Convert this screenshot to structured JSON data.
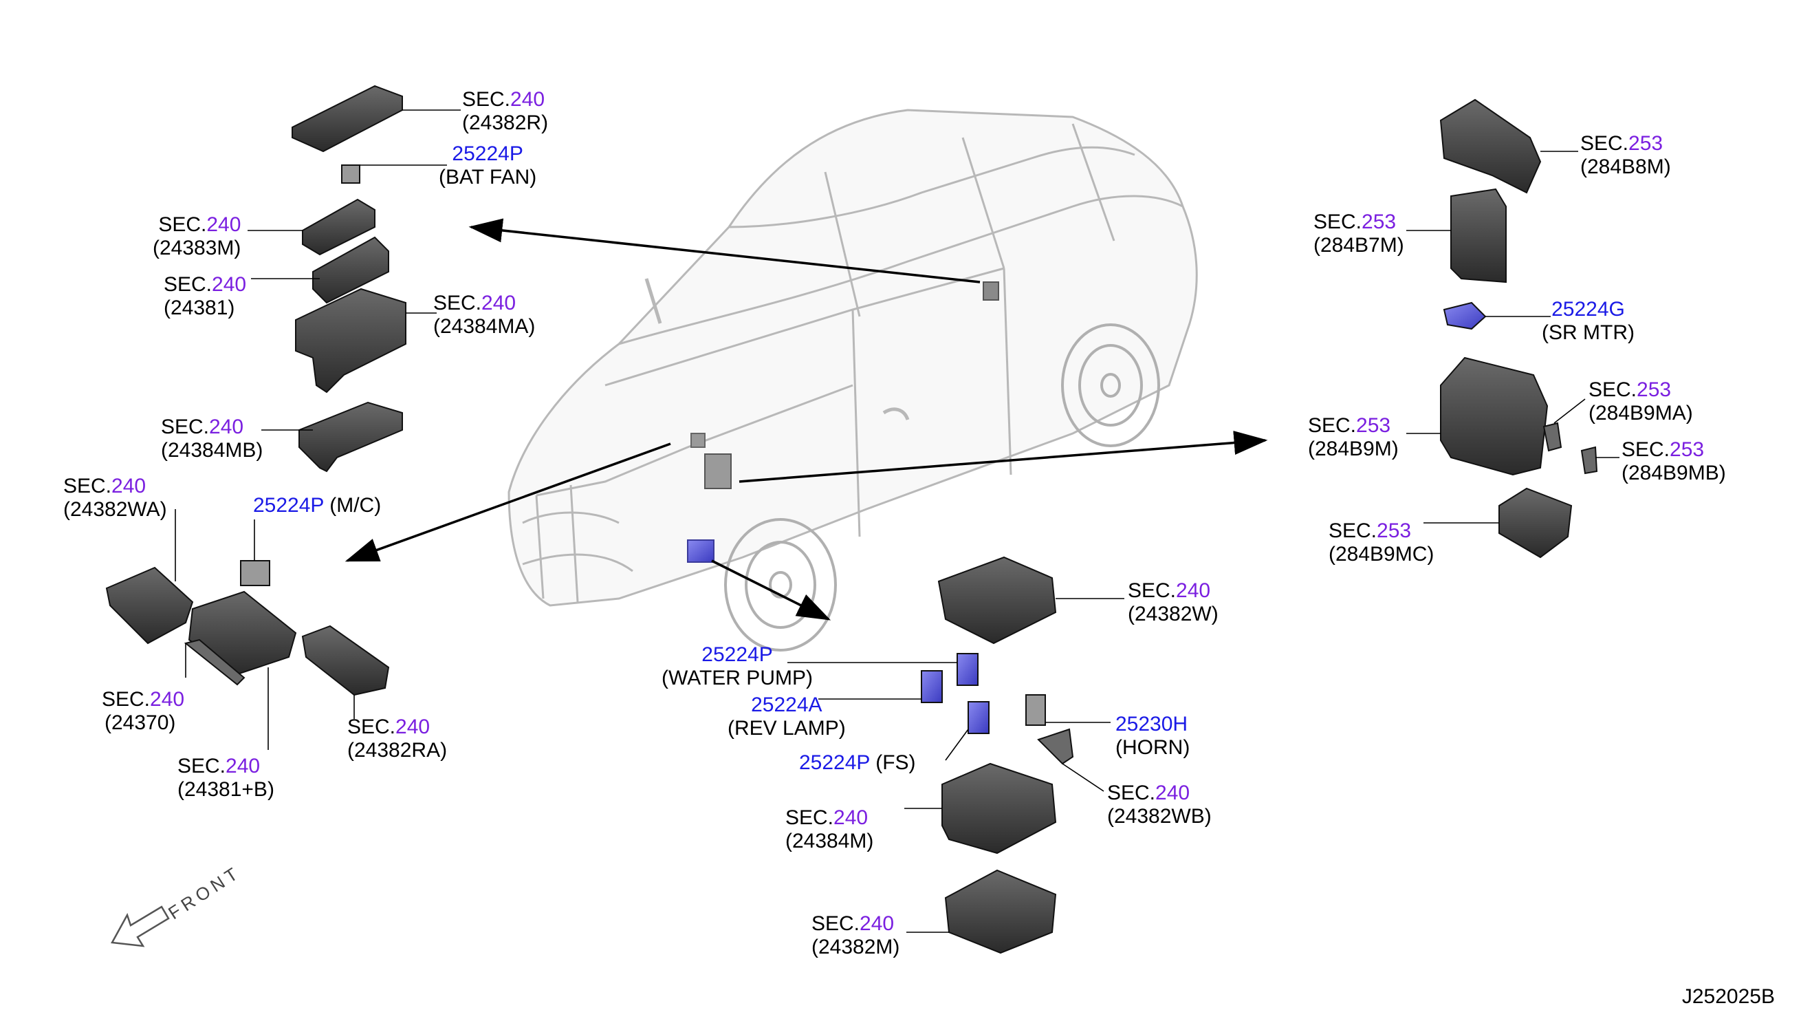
{
  "sheet_code": "J252025B",
  "front_label": "FRONT",
  "callouts": {
    "c24382R": {
      "sec": "SEC.",
      "num": "240",
      "part": "(24382R)"
    },
    "cBatFan": {
      "pn": "25224P",
      "desc": "(BAT FAN)"
    },
    "c24383M": {
      "sec": "SEC.",
      "num": "240",
      "part": "(24383M)"
    },
    "c24381": {
      "sec": "SEC.",
      "num": "240",
      "part": "(24381)"
    },
    "c24384MA": {
      "sec": "SEC.",
      "num": "240",
      "part": "(24384MA)"
    },
    "c24384MB": {
      "sec": "SEC.",
      "num": "240",
      "part": "(24384MB)"
    },
    "c24382WA": {
      "sec": "SEC.",
      "num": "240",
      "part": "(24382WA)"
    },
    "cMC": {
      "pn": "25224P",
      "desc": "(M/C)"
    },
    "c24370": {
      "sec": "SEC.",
      "num": "240",
      "part": "(24370)"
    },
    "c24382RA": {
      "sec": "SEC.",
      "num": "240",
      "part": "(24382RA)"
    },
    "c24381B": {
      "sec": "SEC.",
      "num": "240",
      "part": "(24381+B)"
    },
    "c24382W": {
      "sec": "SEC.",
      "num": "240",
      "part": "(24382W)"
    },
    "cWaterPump": {
      "pn": "25224P",
      "desc": "(WATER PUMP)"
    },
    "cRevLamp": {
      "pn": "25224A",
      "desc": "(REV LAMP)"
    },
    "cFS": {
      "pn": "25224P",
      "desc": "(FS)"
    },
    "cHorn": {
      "pn": "25230H",
      "desc": "(HORN)"
    },
    "c24382WB": {
      "sec": "SEC.",
      "num": "240",
      "part": "(24382WB)"
    },
    "c24384M": {
      "sec": "SEC.",
      "num": "240",
      "part": "(24384M)"
    },
    "c24382M": {
      "sec": "SEC.",
      "num": "240",
      "part": "(24382M)"
    },
    "c284B8M": {
      "sec": "SEC.",
      "num": "253",
      "part": "(284B8M)"
    },
    "c284B7M": {
      "sec": "SEC.",
      "num": "253",
      "part": "(284B7M)"
    },
    "cSrMtr": {
      "pn": "25224G",
      "desc": "(SR MTR)"
    },
    "c284B9MA": {
      "sec": "SEC.",
      "num": "253",
      "part": "(284B9MA)"
    },
    "c284B9M": {
      "sec": "SEC.",
      "num": "253",
      "part": "(284B9M)"
    },
    "c284B9MB": {
      "sec": "SEC.",
      "num": "253",
      "part": "(284B9MB)"
    },
    "c284B9MC": {
      "sec": "SEC.",
      "num": "253",
      "part": "(284B9MC)"
    }
  },
  "colors": {
    "sec_number": "#7a1fe0",
    "part_number": "#1a1ae6",
    "relay": "#5a5ad8",
    "component": "#3a3a3a"
  }
}
